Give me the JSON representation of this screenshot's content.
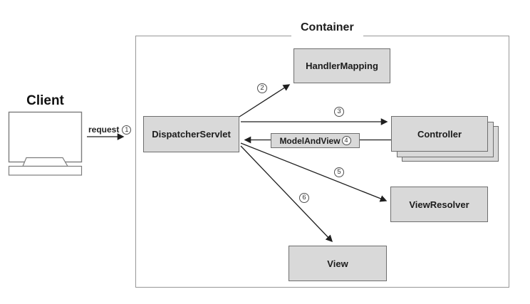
{
  "diagram": {
    "title": "Container",
    "client": {
      "label": "Client"
    },
    "request": {
      "label": "request",
      "step": "1"
    },
    "nodes": {
      "dispatcher_servlet": "DispatcherServlet",
      "handler_mapping": "HandlerMapping",
      "controller": "Controller",
      "view_resolver": "ViewResolver",
      "view": "View",
      "model_and_view": "ModelAndView"
    },
    "steps": {
      "step2": "2",
      "step3": "3",
      "step4": "4",
      "step5": "5",
      "step6": "6"
    },
    "colors": {
      "box_fill": "#d9d9d9",
      "box_border": "#6e6e6e",
      "container_border": "#979797",
      "arrow": "#1f1f1f",
      "text": "#1c1c1c",
      "background": "#ffffff"
    }
  }
}
